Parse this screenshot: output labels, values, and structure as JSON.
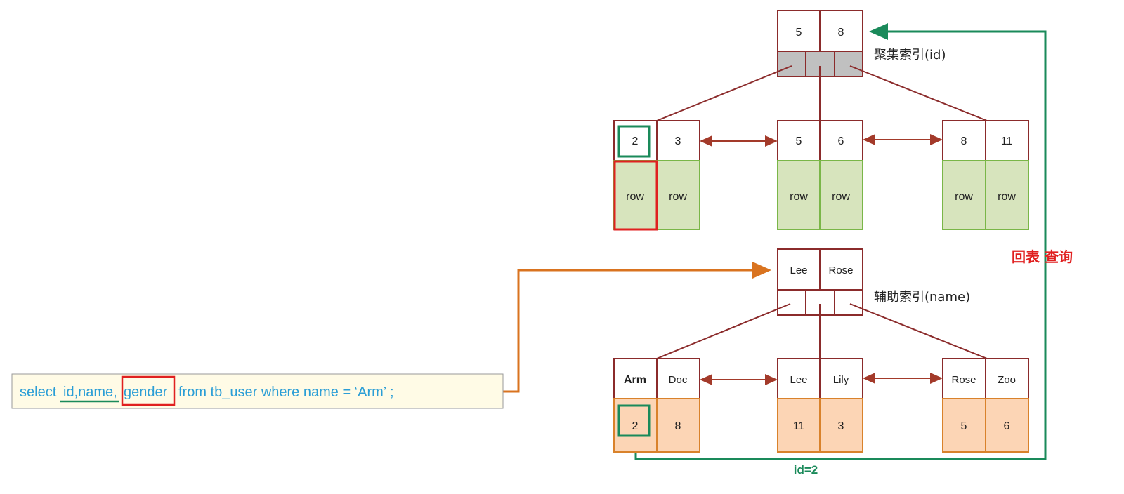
{
  "clustered_index": {
    "label": "聚集索引(id)",
    "root_keys": [
      "5",
      "8"
    ],
    "leaves": [
      {
        "keys": [
          "2",
          "3"
        ],
        "rows": [
          "row",
          "row"
        ]
      },
      {
        "keys": [
          "5",
          "6"
        ],
        "rows": [
          "row",
          "row"
        ]
      },
      {
        "keys": [
          "8",
          "11"
        ],
        "rows": [
          "row",
          "row"
        ]
      }
    ]
  },
  "secondary_index": {
    "label": "辅助索引(name)",
    "root_keys": [
      "Lee",
      "Rose"
    ],
    "leaves": [
      {
        "keys": [
          "Arm",
          "Doc"
        ],
        "ids": [
          "2",
          "8"
        ]
      },
      {
        "keys": [
          "Lee",
          "Lily"
        ],
        "ids": [
          "11",
          "3"
        ]
      },
      {
        "keys": [
          "Rose",
          "Zoo"
        ],
        "ids": [
          "5",
          "6"
        ]
      }
    ]
  },
  "back_lookup_label": "回表 查询",
  "id_label": "id=2",
  "sql": {
    "select": "select",
    "id_name": "id,name,",
    "gender": "gender",
    "rest": "from  tb_user  where  name = ‘Arm’ ;"
  },
  "colors": {
    "node_border": "#8b2b2b",
    "row_fill": "#d7e4bd",
    "row_border": "#7ab648",
    "id_fill": "#fcd5b5",
    "id_border": "#d9822b",
    "pointer_fill": "#c0c0c0",
    "green": "#1a8a5a",
    "red": "#e02020",
    "orange": "#d9731f",
    "sql_bg": "#fffbe6"
  }
}
